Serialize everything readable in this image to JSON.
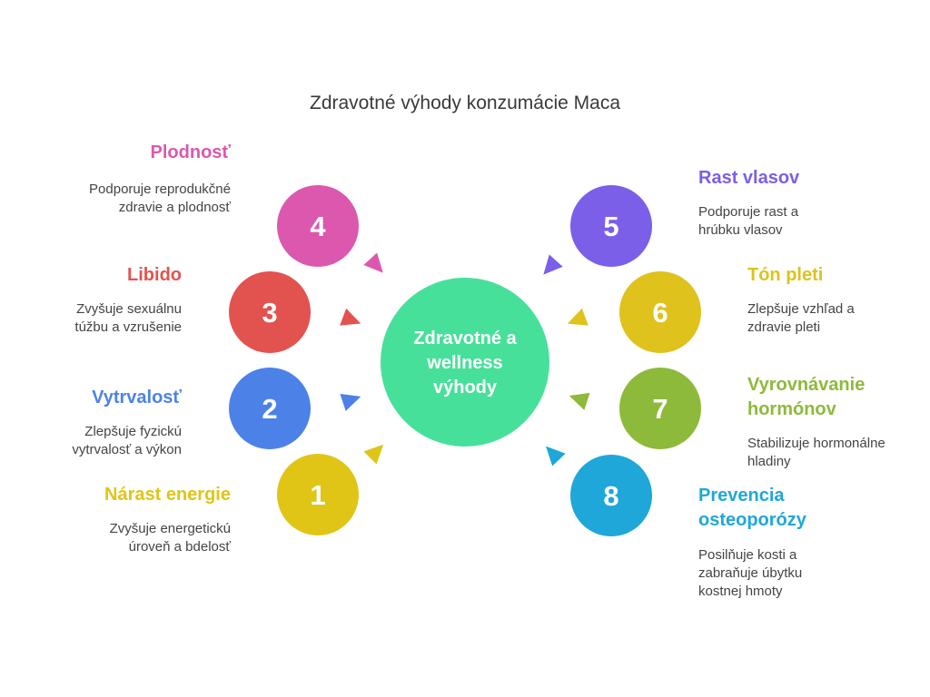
{
  "title": "Zdravotné výhody konzumácie Maca",
  "center": {
    "label": "Zdravotné a wellness výhody",
    "color": "#47E09A"
  },
  "items": [
    {
      "number": "1",
      "title": "Nárast energie",
      "description": "Zvyšuje energetickú úroveň a bdelosť",
      "color": "#E0C516"
    },
    {
      "number": "2",
      "title": "Vytrvalosť",
      "description": "Zlepšuje fyzickú vytrvalosť a výkon",
      "color": "#4C82E8"
    },
    {
      "number": "3",
      "title": "Libido",
      "description": "Zvyšuje sexuálnu túžbu a vzrušenie",
      "color": "#E2534F"
    },
    {
      "number": "4",
      "title": "Plodnosť",
      "description": "Podporuje reprodukčné zdravie a plodnosť",
      "color": "#DB58AE"
    },
    {
      "number": "5",
      "title": "Rast vlasov",
      "description": "Podporuje rast a hrúbku vlasov",
      "color": "#7B5FE8"
    },
    {
      "number": "6",
      "title": "Tón pleti",
      "description": "Zlepšuje vzhľad a zdravie pleti",
      "color": "#DFC21B"
    },
    {
      "number": "7",
      "title": "Vyrovnávanie hormónov",
      "description": "Stabilizuje hormonálne hladiny",
      "color": "#8DBA3A"
    },
    {
      "number": "8",
      "title": "Prevencia osteoporózy",
      "description": "Posilňuje kosti a zabraňuje úbytku kostnej hmoty",
      "color": "#1FA7D9"
    }
  ]
}
